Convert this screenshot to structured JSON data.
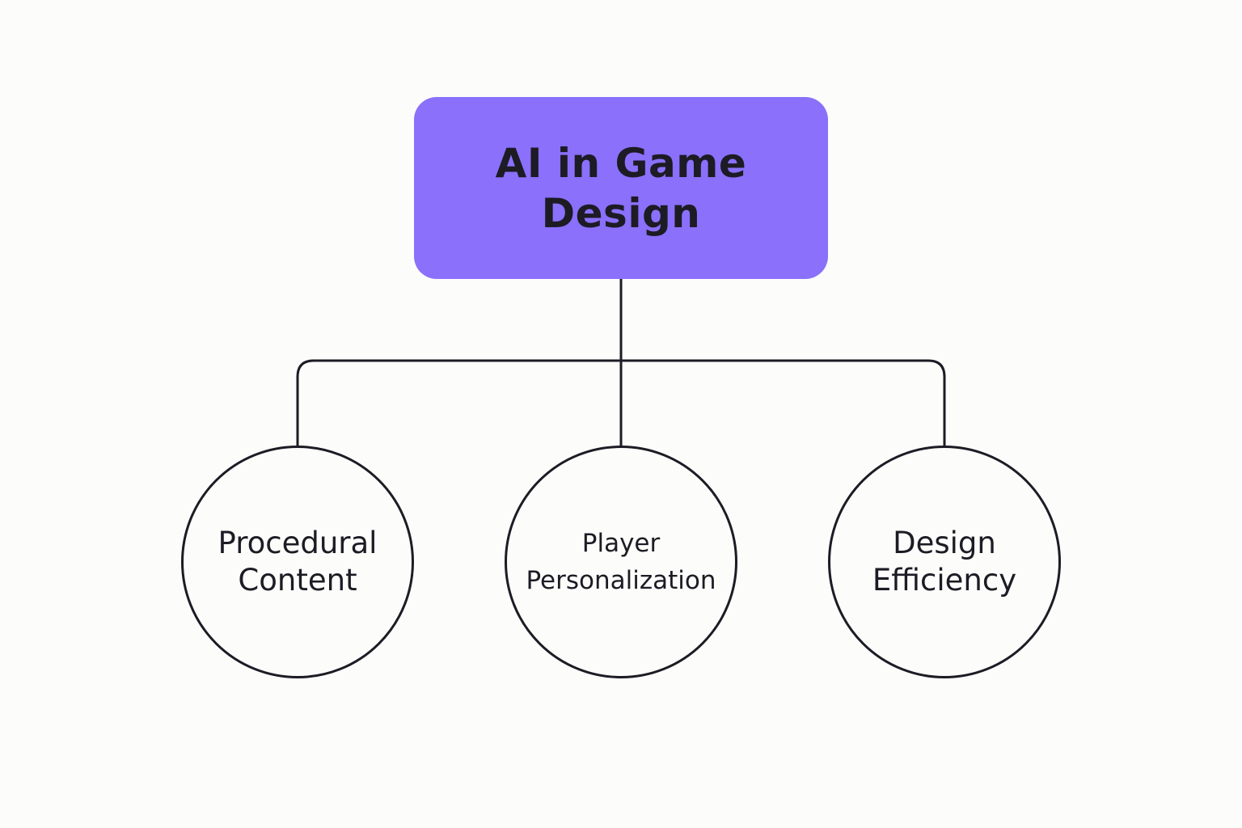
{
  "diagram": {
    "root": {
      "label": "AI in Game Design",
      "color": "#8a70fb"
    },
    "children": [
      {
        "label": "Procedural Content"
      },
      {
        "label": "Player Personalization"
      },
      {
        "label": "Design Efficiency"
      }
    ],
    "line_color": "#1d1b24"
  }
}
